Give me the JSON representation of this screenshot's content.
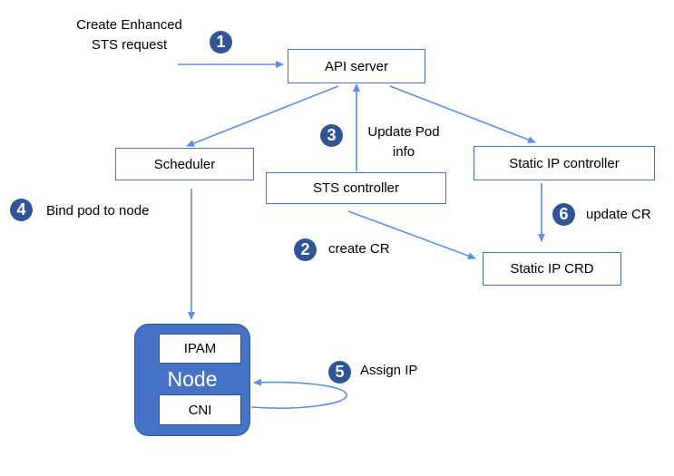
{
  "colors": {
    "box_border": "#4472c4",
    "arrow": "#5b8ee6",
    "badge_fill": "#2f5597",
    "node_fill": "#4472c4"
  },
  "components": {
    "api_server": "API server",
    "scheduler": "Scheduler",
    "sts_controller": "STS controller",
    "static_ip_controller": "Static IP controller",
    "static_ip_crd": "Static IP CRD"
  },
  "node": {
    "title": "Node",
    "ipam": "IPAM",
    "cni": "CNI"
  },
  "steps": [
    {
      "number": "1",
      "lines": [
        "Create Enhanced",
        "STS request"
      ]
    },
    {
      "number": "2",
      "lines": [
        "create CR"
      ]
    },
    {
      "number": "3",
      "lines": [
        "Update Pod",
        "info"
      ]
    },
    {
      "number": "4",
      "lines": [
        "Bind pod to node"
      ]
    },
    {
      "number": "5",
      "lines": [
        "Assign IP"
      ]
    },
    {
      "number": "6",
      "lines": [
        "update CR"
      ]
    }
  ]
}
